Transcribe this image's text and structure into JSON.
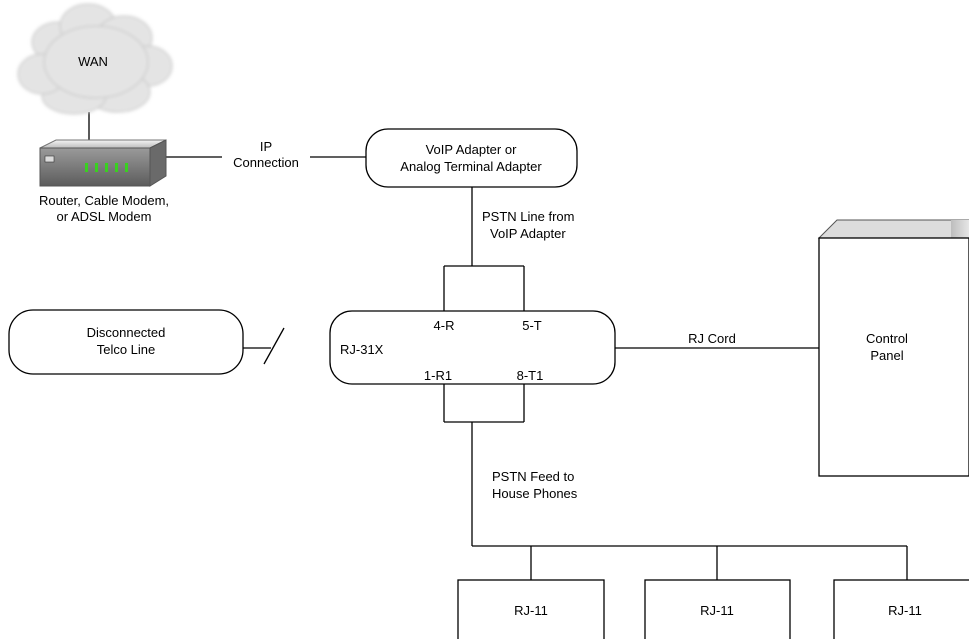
{
  "diagram": {
    "wan": {
      "label": "WAN"
    },
    "router": {
      "caption": [
        "Router, Cable Modem,",
        "or ADSL  Modem"
      ]
    },
    "ip_connection": {
      "label": [
        "IP",
        "Connection"
      ]
    },
    "voip_adapter": {
      "label": [
        "VoIP Adapter or",
        "Analog Terminal Adapter"
      ]
    },
    "pstn_line": {
      "label": [
        "PSTN Line from",
        "VoIP Adapter"
      ]
    },
    "telco": {
      "label": [
        "Disconnected",
        "Telco Line"
      ]
    },
    "rj31x": {
      "label": "RJ-31X",
      "pins": {
        "ring": "4-R",
        "tip": "5-T",
        "ring1": "1-R1",
        "tip1": "8-T1"
      }
    },
    "rj_cord": {
      "label": "RJ Cord"
    },
    "control_panel": {
      "label": [
        "Control",
        "Panel"
      ]
    },
    "pstn_feed": {
      "label": [
        "PSTN Feed to",
        "House Phones"
      ]
    },
    "jacks": [
      {
        "label": "RJ-11"
      },
      {
        "label": "RJ-11"
      },
      {
        "label": "RJ-11"
      }
    ],
    "colors": {
      "line": "#000000",
      "cloud": "#e6e6e6",
      "panel_side": "#c8c8c8",
      "led": "#39d020"
    }
  }
}
